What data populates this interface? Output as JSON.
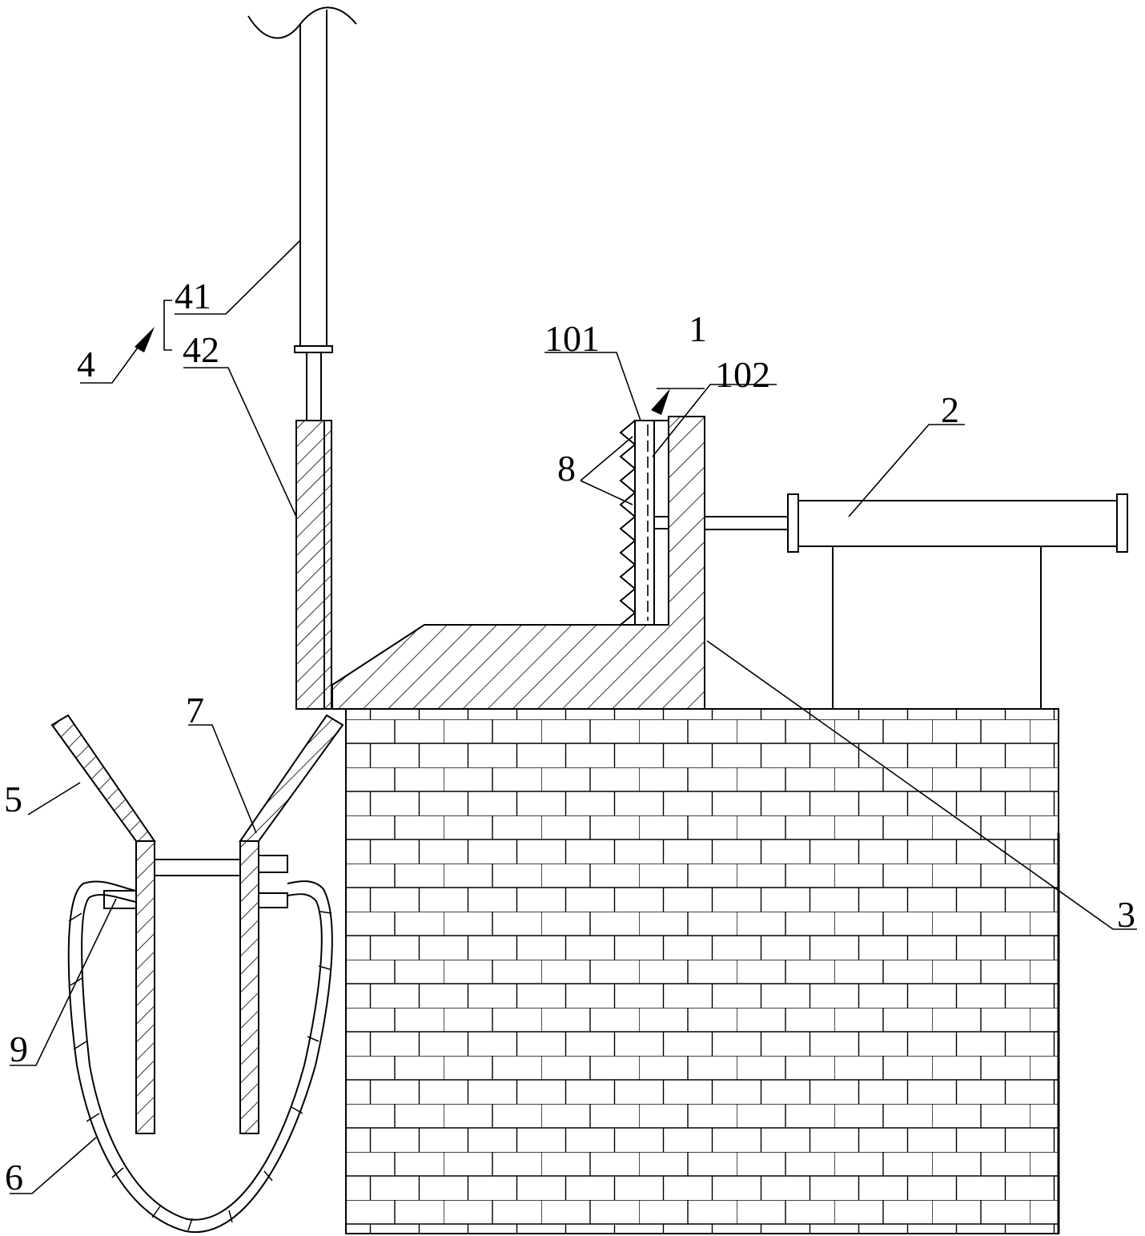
{
  "figure": {
    "colors": {
      "line": "#000000",
      "background": "#ffffff"
    },
    "labels": {
      "l1": "1",
      "l101": "101",
      "l102": "102",
      "l2": "2",
      "l3": "3",
      "l4": "4",
      "l41": "41",
      "l42": "42",
      "l5": "5",
      "l6": "6",
      "l7": "7",
      "l8": "8",
      "l9": "9"
    },
    "components": {
      "clamp_1": {
        "ref": "1",
        "parts": [
          "101",
          "102"
        ],
        "teeth": "8"
      },
      "cylinder_2": {
        "ref": "2"
      },
      "base_plate_3": {
        "ref": "3"
      },
      "press_rod_4": {
        "ref": "4",
        "parts": [
          "41",
          "42"
        ]
      },
      "funnel_5": {
        "ref": "5"
      },
      "bag_6": {
        "ref": "6"
      },
      "clip_7": {
        "ref": "7"
      },
      "clip_9": {
        "ref": "9"
      }
    }
  }
}
